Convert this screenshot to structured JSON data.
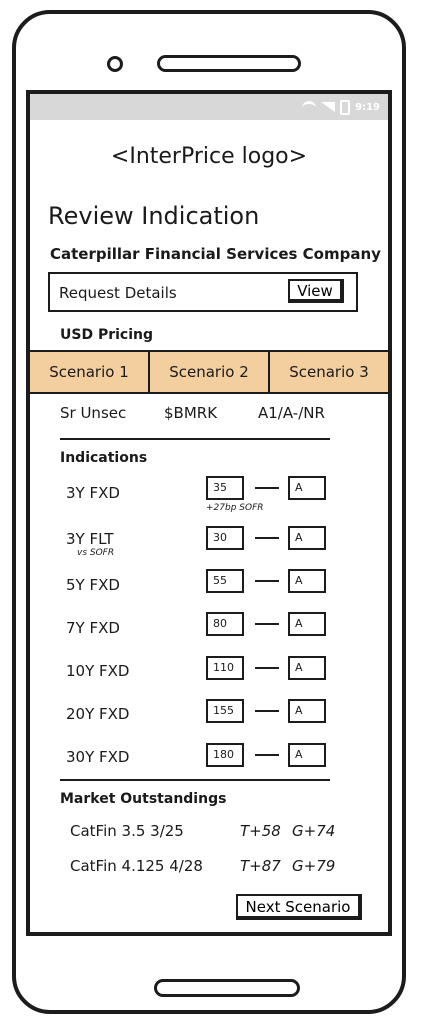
{
  "status_bar": {
    "time": "9:19",
    "icons": [
      "wifi-icon",
      "signal-icon",
      "battery-icon"
    ]
  },
  "header": {
    "logo_text": "<InterPrice logo>",
    "title": "Review Indication",
    "company": "Caterpillar Financial Services Company"
  },
  "request": {
    "label": "Request Details",
    "view_label": "View"
  },
  "pricing": {
    "label": "USD Pricing",
    "tabs": [
      "Scenario 1",
      "Scenario 2",
      "Scenario 3"
    ],
    "tab_color": "#f3cfa0"
  },
  "security": {
    "type": "Sr Unsec",
    "benchmark": "$BMRK",
    "rating": "A1/A-/NR"
  },
  "indications": {
    "label": "Indications",
    "rows": [
      {
        "tenor": "3Y FXD",
        "spread": "35",
        "grade": "A",
        "note": "+27bp SOFR"
      },
      {
        "tenor": "3Y FLT",
        "spread": "30",
        "grade": "A",
        "note": "vs SOFR"
      },
      {
        "tenor": "5Y FXD",
        "spread": "55",
        "grade": "A"
      },
      {
        "tenor": "7Y FXD",
        "spread": "80",
        "grade": "A"
      },
      {
        "tenor": "10Y FXD",
        "spread": "110",
        "grade": "A"
      },
      {
        "tenor": "20Y FXD",
        "spread": "155",
        "grade": "A"
      },
      {
        "tenor": "30Y FXD",
        "spread": "180",
        "grade": "A"
      }
    ]
  },
  "market": {
    "label": "Market Outstandings",
    "rows": [
      {
        "bond": "CatFin 3.5 3/25",
        "t_spread": "T+58",
        "g_spread": "G+74"
      },
      {
        "bond": "CatFin 4.125 4/28",
        "t_spread": "T+87",
        "g_spread": "G+79"
      }
    ]
  },
  "footer": {
    "next_label": "Next Scenario"
  }
}
